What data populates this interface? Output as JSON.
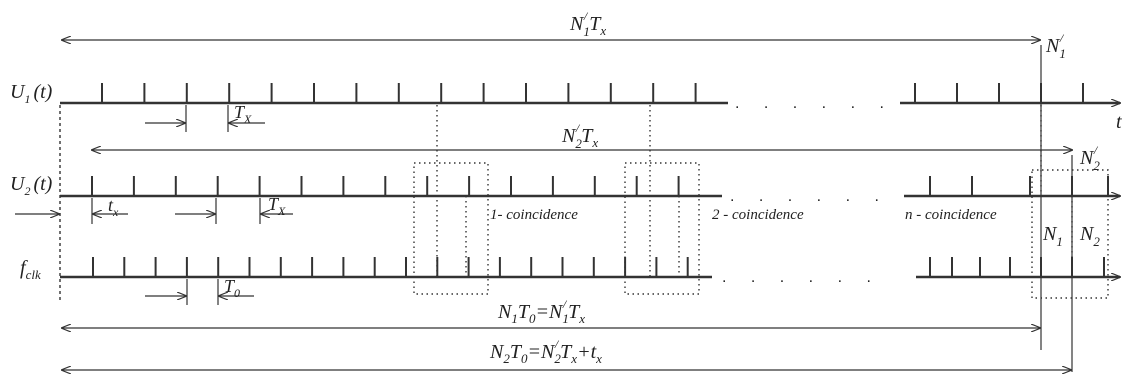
{
  "signals": {
    "u1": {
      "sym": "U",
      "sub": "1",
      "arg": "(t)"
    },
    "u2": {
      "sym": "U",
      "sub": "2",
      "arg": "(t)"
    },
    "fclk": {
      "sym": "f",
      "sub": "clk"
    }
  },
  "measures": {
    "top": {
      "a": "N",
      "sub": "1",
      "sup": "/",
      "b": "T",
      "bsub": "x"
    },
    "n1_right": {
      "a": "N",
      "sub": "1",
      "sup": "/"
    },
    "mid": {
      "a": "N",
      "sub": "2",
      "sup": "/",
      "b": "T",
      "bsub": "x"
    },
    "n2_right": {
      "a": "N",
      "sub": "2",
      "sup": "/"
    },
    "bottom1": {
      "lhs": "N",
      "lsub": "1",
      "l2": "T",
      "l2sub": "0",
      "eq": "=",
      "r": "N",
      "rsub": "1",
      "rsup": "/",
      "r2": "T",
      "r2sub": "x"
    },
    "bottom2": {
      "lhs": "N",
      "lsub": "2",
      "l2": "T",
      "l2sub": "0",
      "eq": "=",
      "r": "N",
      "rsub": "2",
      "rsup": "/",
      "r2": "T",
      "r2sub": "x",
      "plus": "+",
      "r3": "t",
      "r3sub": "x"
    }
  },
  "periods": {
    "tx1": {
      "s": "T",
      "sub": "X"
    },
    "tx2": {
      "s": "T",
      "sub": "X"
    },
    "small_tx": {
      "s": "t",
      "sub": "x"
    },
    "t0": {
      "s": "T",
      "sub": "0"
    }
  },
  "axis_t": "t",
  "coincidences": [
    "1- coincidence",
    "2 - coincidence",
    "n - coincidence"
  ],
  "n1_box": {
    "s": "N",
    "sub": "1"
  },
  "n2_box": {
    "s": "N",
    "sub": "2"
  },
  "ellipsis": ". . . . . ."
}
